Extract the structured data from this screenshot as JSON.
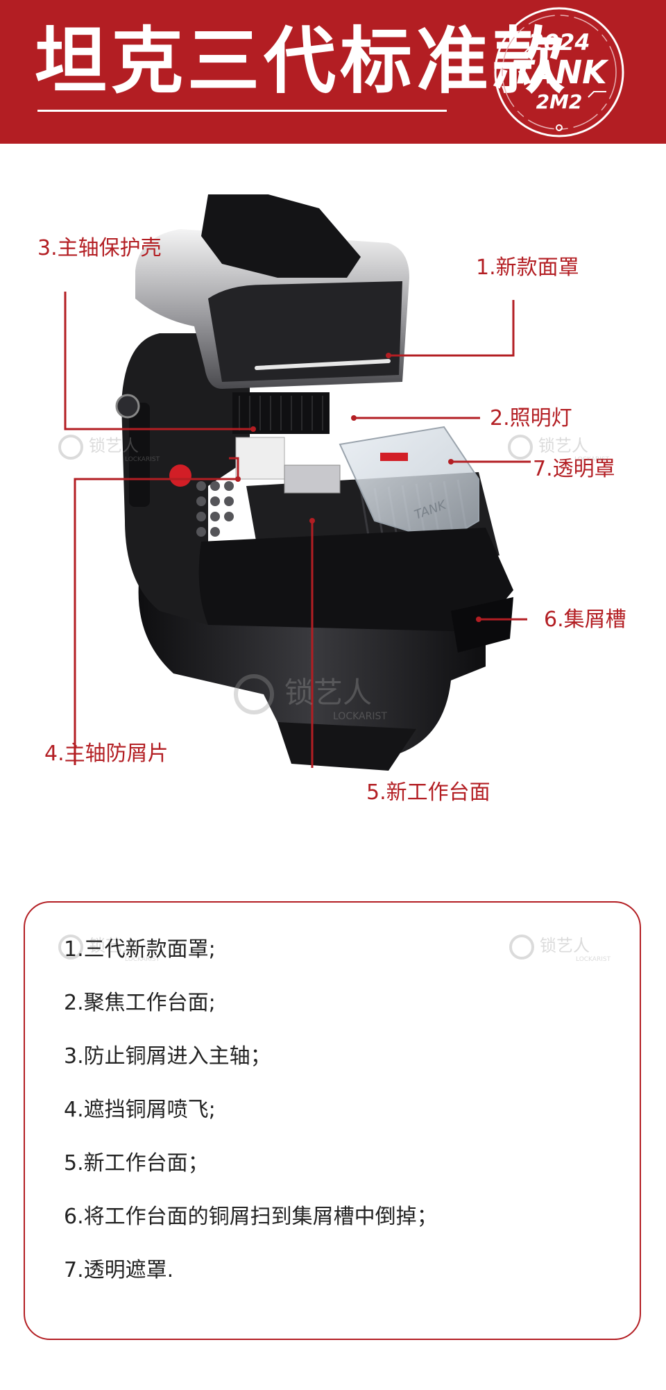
{
  "header": {
    "title": "坦克三代标准款",
    "badge": {
      "year": "2024",
      "brand": "TANK",
      "model": "2M2"
    }
  },
  "watermark": {
    "name": "锁艺人",
    "sub": "LOCKARIST"
  },
  "callouts": [
    {
      "id": "face-cover",
      "label": "1.新款面罩"
    },
    {
      "id": "light",
      "label": "2.照明灯"
    },
    {
      "id": "spindle-shell",
      "label": "3.主轴保护壳"
    },
    {
      "id": "chip-guard",
      "label": "4.主轴防屑片"
    },
    {
      "id": "worktable",
      "label": "5.新工作台面"
    },
    {
      "id": "chip-tray",
      "label": "6.集屑槽"
    },
    {
      "id": "transparent-cover",
      "label": "7.透明罩"
    }
  ],
  "product": {
    "cover_brand": "TANK"
  },
  "features": [
    "1.三代新款面罩;",
    "2.聚焦工作台面;",
    "3.防止铜屑进入主轴；",
    "4.遮挡铜屑喷飞;",
    "5.新工作台面；",
    "6.将工作台面的铜屑扫到集屑槽中倒掉；",
    "7.透明遮罩."
  ],
  "colors": {
    "brand_red": "#b31e23",
    "text": "#222222",
    "machine_black": "#1c1c1e"
  }
}
